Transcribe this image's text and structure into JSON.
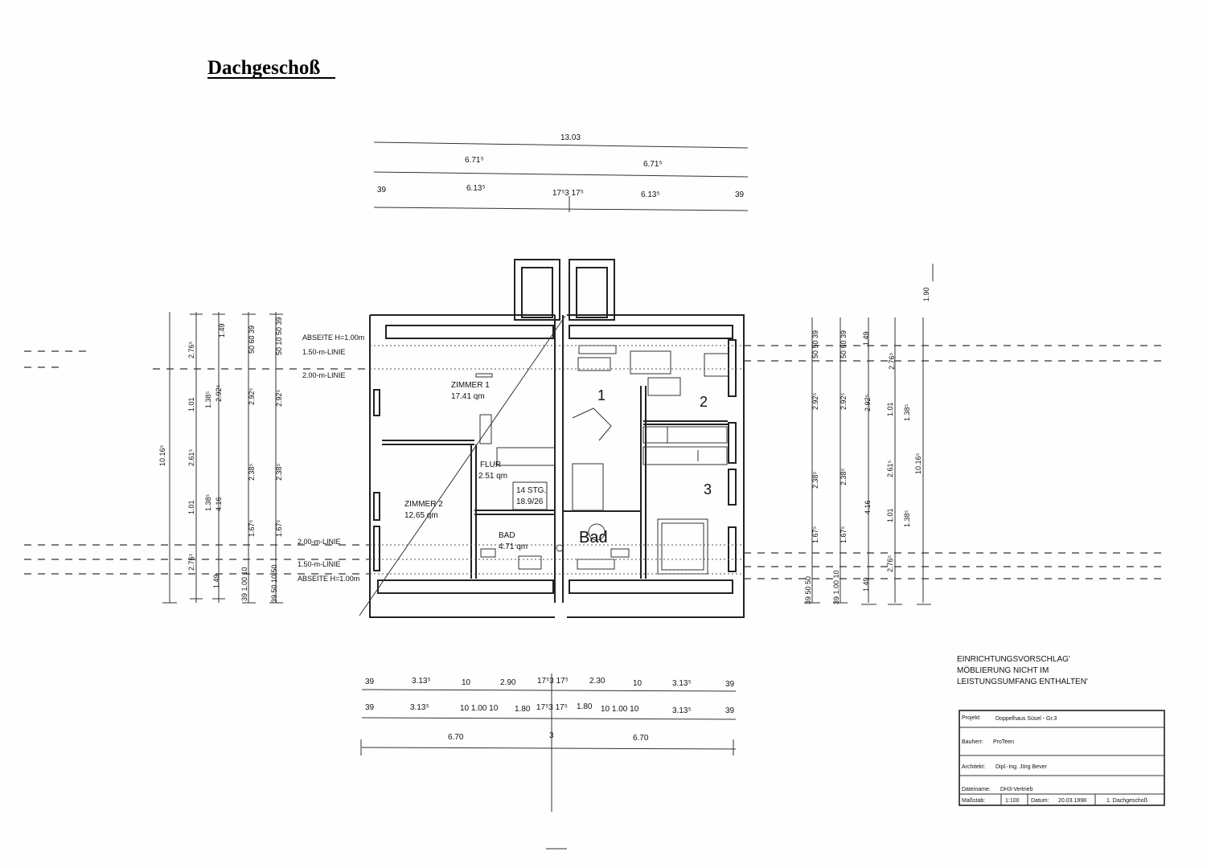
{
  "title": "Dachgeschoß",
  "top_dims": {
    "total": "13.03",
    "left_half": "6.71⁵",
    "right_half": "6.71⁵",
    "row": [
      "39",
      "6.13⁵",
      "17⁵3 17⁵",
      "6.13⁵",
      "39"
    ]
  },
  "level_lines": {
    "abseite": "ABSEITE H=1.00m",
    "linie_150": "1.50-m-LINIE",
    "linie_200": "2.00-m-LINIE"
  },
  "rooms": {
    "zimmer1_name": "ZIMMER 1",
    "zimmer1_area": "17.41 qm",
    "zimmer2_name": "ZIMMER 2",
    "zimmer2_area": "12.65 qm",
    "flur_name": "FLUR",
    "flur_area": "2.51 qm",
    "stairs": "14 STG.",
    "stairs_ratio": "18.9/26",
    "bad_name": "BAD",
    "bad_area": "4.71 qm",
    "bad_hand": "Bad",
    "num1": "1",
    "num2": "2",
    "num3": "3"
  },
  "left_dims": {
    "total": "10.16⁵",
    "col1": [
      "2.76⁵",
      "2.61⁵",
      "2.76⁵"
    ],
    "col2": [
      "1.01",
      "1.38⁵",
      "1.01",
      "1.38⁵"
    ],
    "col3": [
      "1.49",
      "2.92⁵",
      "4.16",
      "1.49"
    ],
    "col4": [
      "50 60 39",
      "2.92⁵",
      "2.38⁵",
      "1.67⁵",
      "39 1.00 10"
    ],
    "col5": [
      "50 10 50 39",
      "2.92⁵",
      "2.38⁵",
      "1.67⁵",
      "39 50 10 50"
    ]
  },
  "right_dims": {
    "total": "10.16⁵",
    "top_extra": "1.90",
    "col1": [
      "50 50 39",
      "2.92⁵",
      "2.38⁵",
      "1.67⁵",
      "39 50 50"
    ],
    "col2": [
      "50 60 39",
      "2.92⁵",
      "2.38⁵",
      "1.67⁵",
      "39 1.00 10"
    ],
    "col3": [
      "1.49",
      "2.92⁵",
      "4.16",
      "1.49"
    ],
    "col4": [
      "1.01",
      "1.38⁵",
      "1.01",
      "1.38⁵"
    ],
    "col5": [
      "2.76⁵",
      "2.61⁵",
      "2.76⁵"
    ]
  },
  "bottom_dims": {
    "row1": [
      "39",
      "3.13⁵",
      "10",
      "2.90",
      "17⁵3 17⁵",
      "2.30",
      "10",
      "3.13⁵",
      "39"
    ],
    "row2": [
      "39",
      "3.13⁵",
      "10 1.00 10",
      "1.80",
      "17⁵3 17⁵",
      "1.80",
      "10 1.00 10",
      "3.13⁵",
      "39"
    ],
    "row3": [
      "6.70",
      "3",
      "6.70"
    ]
  },
  "note": {
    "line1": "EINRICHTUNGSVORSCHLAG'",
    "line2": "MÖBLIERUNG NICHT IM",
    "line3": "LEISTUNGSUMFANG ENTHALTEN'"
  },
  "title_block": {
    "projekt_label": "Projekt:",
    "projekt_value": "Doppelhaus Süsel - Gr.3",
    "bauherr_label": "Bauherr:",
    "bauherr_value": "ProTeen",
    "architekt_label": "Architekt:",
    "architekt_value": "Dipl.-Ing. Jörg Bever",
    "dateiname_label": "Dateiname:",
    "dateiname_value": "DH3-Vertrieb",
    "massstab_label": "Maßstab:",
    "massstab_value": "1:100",
    "datum_label": "Datum:",
    "datum_value": "20.03.1998",
    "blatt_value": "1. Dachgeschoß"
  }
}
